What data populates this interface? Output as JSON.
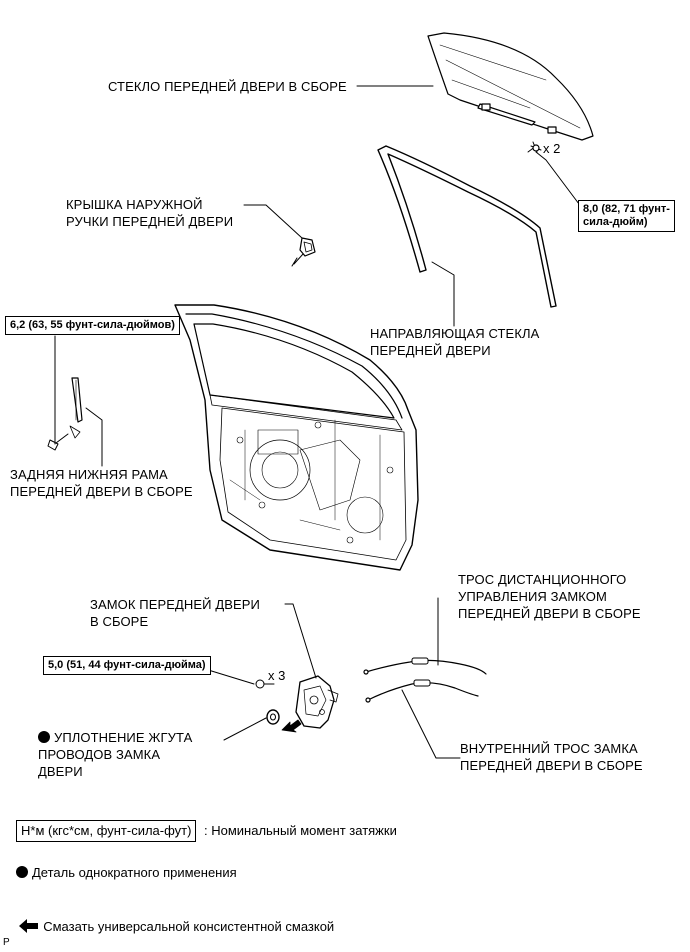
{
  "parts": {
    "glass": "СТЕКЛО ПЕРЕДНЕЙ ДВЕРИ В СБОРЕ",
    "handle_cover": "КРЫШКА НАРУЖНОЙ\nРУЧКИ ПЕРЕДНЕЙ ДВЕРИ",
    "glass_run": "НАПРАВЛЯЮЩАЯ СТЕКЛА\nПЕРЕДНЕЙ ДВЕРИ",
    "rear_lower_frame": "ЗАДНЯЯ НИЖНЯЯ РАМА\nПЕРЕДНЕЙ ДВЕРИ В СБОРЕ",
    "remote_cable": "ТРОС ДИСТАНЦИОННОГО\nУПРАВЛЕНИЯ ЗАМКОМ\nПЕРЕДНЕЙ ДВЕРИ В СБОРЕ",
    "door_lock": "ЗАМОК ПЕРЕДНЕЙ ДВЕРИ\nВ СБОРЕ",
    "harness_seal": "УПЛОТНЕНИЕ ЖГУТА\nПРОВОДОВ ЗАМКА\nДВЕРИ",
    "inside_cable": "ВНУТРЕННИЙ ТРОС ЗАМКА\nПЕРЕДНЕЙ ДВЕРИ В СБОРЕ"
  },
  "torques": {
    "glass_bolt": "8,0 (82, 71 фунт-\nсила-дюйм)",
    "frame_bolt": "6,2 (63, 55 фунт-сила-дюймов)",
    "lock_screw": "5,0 (51, 44 фунт-сила-дюйма)"
  },
  "quantities": {
    "glass_bolts": "x 2",
    "lock_screws": "x 3"
  },
  "legend": {
    "torque_unit": "Н*м (кгс*см, фунт-сила-фут)",
    "torque_desc": ": Номинальный момент затяжки",
    "non_reusable": "Деталь однократного применения",
    "grease": "Смазать универсальной консистентной смазкой"
  },
  "footer": {
    "code": "P"
  }
}
